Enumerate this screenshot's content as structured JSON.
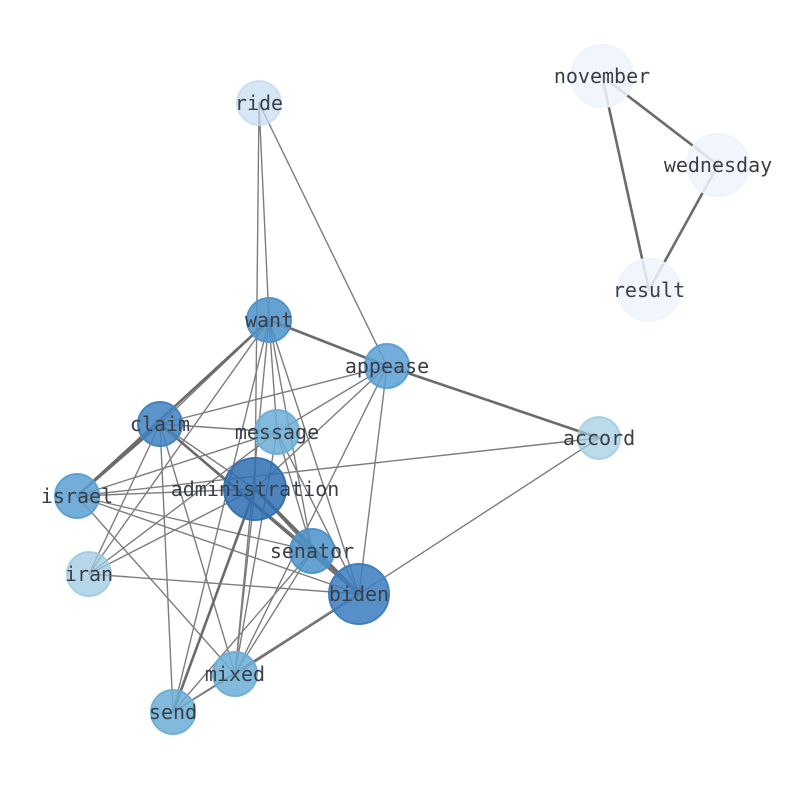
{
  "graph": {
    "nodes": [
      {
        "id": "ride",
        "label": "ride",
        "color": "#c6dbef",
        "opacity": 0.7
      },
      {
        "id": "want",
        "label": "want",
        "color": "#4b92c9",
        "opacity": 0.85
      },
      {
        "id": "appease",
        "label": "appease",
        "color": "#5a9fd4",
        "opacity": 0.85
      },
      {
        "id": "claim",
        "label": "claim",
        "color": "#3f82c0",
        "opacity": 0.85
      },
      {
        "id": "message",
        "label": "message",
        "color": "#6baed6",
        "opacity": 0.85
      },
      {
        "id": "accord",
        "label": "accord",
        "color": "#9ecae1",
        "opacity": 0.7
      },
      {
        "id": "israel",
        "label": "israel",
        "color": "#5a9fd4",
        "opacity": 0.85
      },
      {
        "id": "administration",
        "label": "administration",
        "color": "#2f6fb2",
        "opacity": 0.85
      },
      {
        "id": "senator",
        "label": "senator",
        "color": "#4b92c9",
        "opacity": 0.85
      },
      {
        "id": "iran",
        "label": "iran",
        "color": "#9ecae1",
        "opacity": 0.75
      },
      {
        "id": "biden",
        "label": "biden",
        "color": "#3a7cc0",
        "opacity": 0.85
      },
      {
        "id": "mixed",
        "label": "mixed",
        "color": "#6baed6",
        "opacity": 0.85
      },
      {
        "id": "send",
        "label": "send",
        "color": "#6baed6",
        "opacity": 0.85
      },
      {
        "id": "november",
        "label": "november",
        "color": "#eef3fb",
        "opacity": 0.85
      },
      {
        "id": "wednesday",
        "label": "wednesday",
        "color": "#eef3fb",
        "opacity": 0.85
      },
      {
        "id": "result",
        "label": "result",
        "color": "#eef3fb",
        "opacity": 0.85
      }
    ],
    "edges": [
      {
        "source": "ride",
        "target": "want",
        "weight": 1
      },
      {
        "source": "ride",
        "target": "appease",
        "weight": 1
      },
      {
        "source": "ride",
        "target": "administration",
        "weight": 1
      },
      {
        "source": "want",
        "target": "appease",
        "weight": 2
      },
      {
        "source": "want",
        "target": "claim",
        "weight": 1
      },
      {
        "source": "want",
        "target": "israel",
        "weight": 2
      },
      {
        "source": "want",
        "target": "iran",
        "weight": 1
      },
      {
        "source": "want",
        "target": "senator",
        "weight": 1
      },
      {
        "source": "want",
        "target": "biden",
        "weight": 1
      },
      {
        "source": "want",
        "target": "mixed",
        "weight": 1
      },
      {
        "source": "want",
        "target": "message",
        "weight": 1
      },
      {
        "source": "want",
        "target": "send",
        "weight": 1
      },
      {
        "source": "appease",
        "target": "claim",
        "weight": 1
      },
      {
        "source": "appease",
        "target": "message",
        "weight": 1
      },
      {
        "source": "appease",
        "target": "accord",
        "weight": 2
      },
      {
        "source": "appease",
        "target": "biden",
        "weight": 1
      },
      {
        "source": "appease",
        "target": "administration",
        "weight": 1
      },
      {
        "source": "appease",
        "target": "mixed",
        "weight": 1
      },
      {
        "source": "claim",
        "target": "message",
        "weight": 1
      },
      {
        "source": "claim",
        "target": "administration",
        "weight": 1
      },
      {
        "source": "claim",
        "target": "senator",
        "weight": 1
      },
      {
        "source": "claim",
        "target": "biden",
        "weight": 2
      },
      {
        "source": "claim",
        "target": "israel",
        "weight": 2
      },
      {
        "source": "claim",
        "target": "iran",
        "weight": 1
      },
      {
        "source": "claim",
        "target": "send",
        "weight": 1
      },
      {
        "source": "claim",
        "target": "mixed",
        "weight": 1
      },
      {
        "source": "message",
        "target": "israel",
        "weight": 1
      },
      {
        "source": "message",
        "target": "iran",
        "weight": 1
      },
      {
        "source": "message",
        "target": "senator",
        "weight": 1
      },
      {
        "source": "message",
        "target": "biden",
        "weight": 1
      },
      {
        "source": "message",
        "target": "mixed",
        "weight": 1
      },
      {
        "source": "accord",
        "target": "israel",
        "weight": 1
      },
      {
        "source": "accord",
        "target": "biden",
        "weight": 1
      },
      {
        "source": "israel",
        "target": "administration",
        "weight": 1
      },
      {
        "source": "israel",
        "target": "senator",
        "weight": 1
      },
      {
        "source": "israel",
        "target": "biden",
        "weight": 1
      },
      {
        "source": "israel",
        "target": "mixed",
        "weight": 1
      },
      {
        "source": "administration",
        "target": "senator",
        "weight": 1
      },
      {
        "source": "administration",
        "target": "biden",
        "weight": 3
      },
      {
        "source": "administration",
        "target": "mixed",
        "weight": 1
      },
      {
        "source": "administration",
        "target": "send",
        "weight": 2
      },
      {
        "source": "administration",
        "target": "iran",
        "weight": 1
      },
      {
        "source": "senator",
        "target": "biden",
        "weight": 1
      },
      {
        "source": "senator",
        "target": "mixed",
        "weight": 1
      },
      {
        "source": "senator",
        "target": "send",
        "weight": 1
      },
      {
        "source": "iran",
        "target": "biden",
        "weight": 1
      },
      {
        "source": "biden",
        "target": "mixed",
        "weight": 2
      },
      {
        "source": "biden",
        "target": "send",
        "weight": 1
      },
      {
        "source": "mixed",
        "target": "send",
        "weight": 1
      },
      {
        "source": "november",
        "target": "wednesday",
        "weight": 2
      },
      {
        "source": "november",
        "target": "result",
        "weight": 2
      },
      {
        "source": "wednesday",
        "target": "result",
        "weight": 2
      }
    ]
  }
}
